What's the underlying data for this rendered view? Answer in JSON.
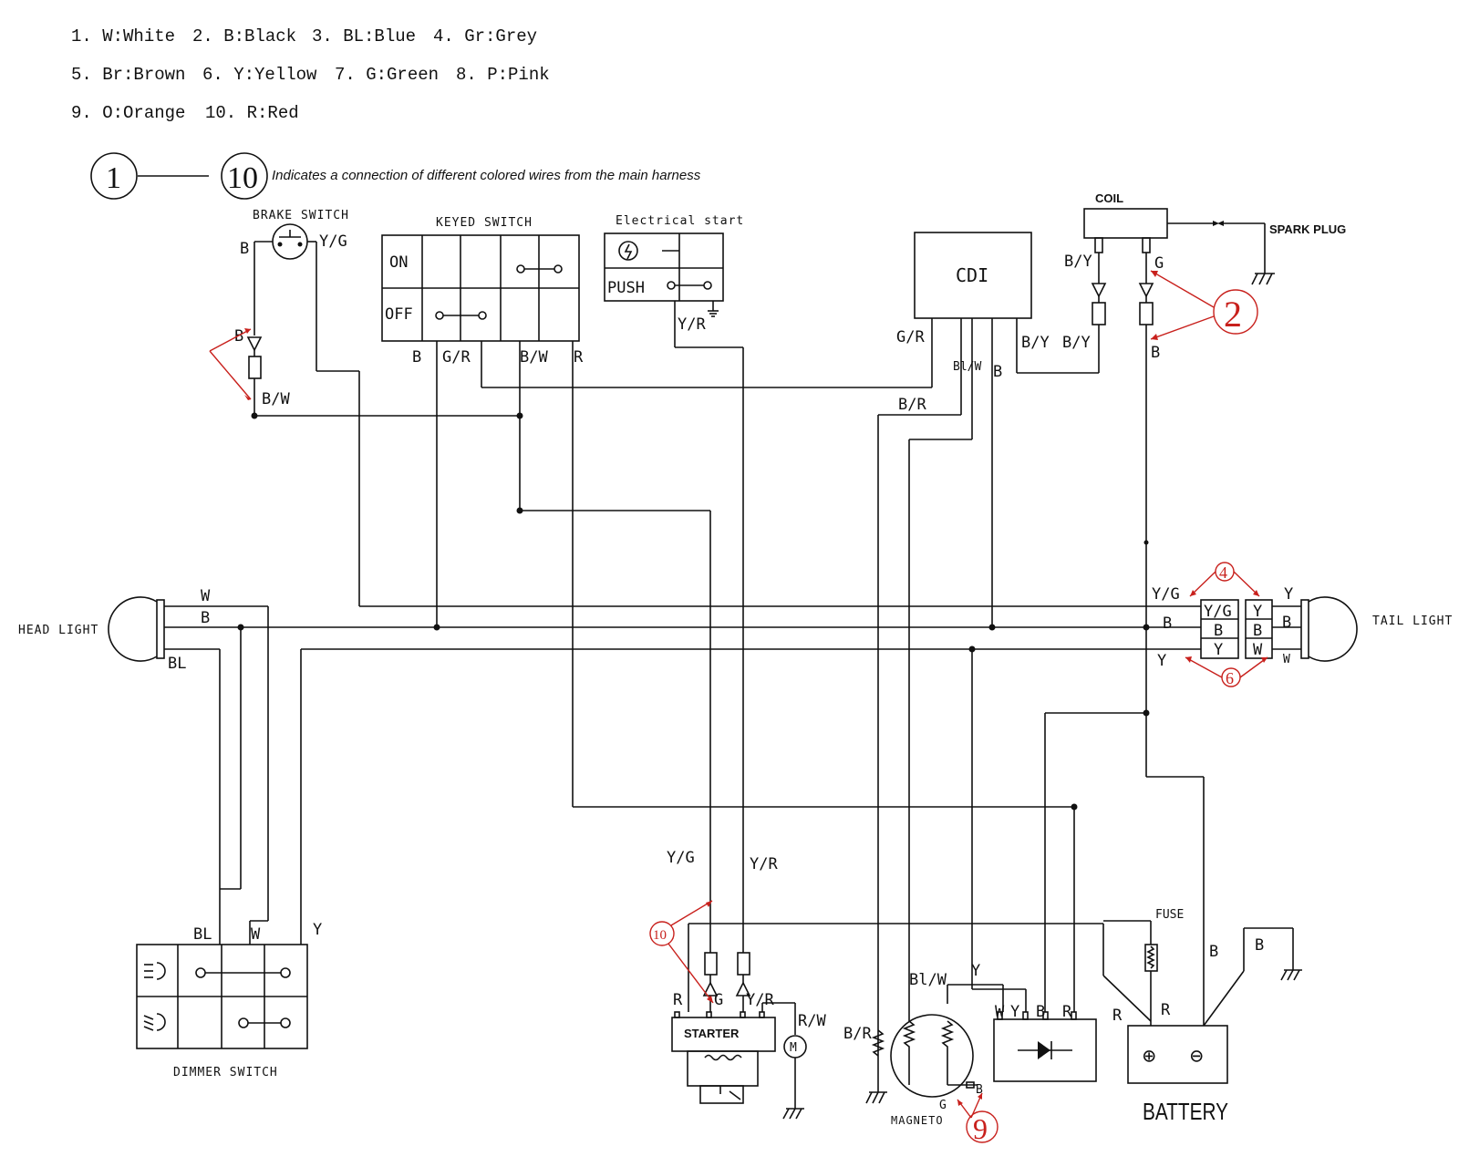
{
  "legend": {
    "row1": [
      "1. W:White",
      "2. B:Black",
      "3. BL:Blue",
      "4. Gr:Grey"
    ],
    "row2": [
      "5. Br:Brown",
      "6. Y:Yellow",
      "7. G:Green",
      "8. P:Pink"
    ],
    "row3": [
      "9. O:Orange",
      "10. R:Red"
    ]
  },
  "note": {
    "from": "1",
    "to": "10",
    "text": "Indicates a connection of different colored wires from the main harness"
  },
  "components": {
    "brake_switch": "BRAKE SWITCH",
    "keyed_switch": "KEYED SWITCH",
    "keyed_on": "ON",
    "keyed_off": "OFF",
    "electrical_start": "Electrical start",
    "push": "PUSH",
    "cdi": "CDI",
    "coil": "COIL",
    "spark_plug": "SPARK PLUG",
    "head_light": "HEAD LIGHT",
    "tail_light": "TAIL LIGHT",
    "dimmer_switch": "DIMMER SWITCH",
    "starter": "STARTER",
    "magneto": "MAGNETO",
    "fuse": "FUSE",
    "battery": "BATTERY",
    "motor": "M",
    "plus": "⊕",
    "minus": "⊖"
  },
  "wire_labels": {
    "B": "B",
    "YG": "Y/G",
    "BW": "B/W",
    "GR": "G/R",
    "R": "R",
    "YR": "Y/R",
    "BY": "B/Y",
    "G": "G",
    "BR": "B/R",
    "BlW": "Bl/W",
    "W": "W",
    "BL": "BL",
    "Y": "Y",
    "RW": "R/W"
  },
  "callouts": [
    "2",
    "4",
    "6",
    "10",
    "9"
  ],
  "connector_labels": {
    "yg": "Y/G",
    "b": "B",
    "y": "Y",
    "w": "W"
  },
  "colors": {
    "ink": "#111111",
    "callout": "#c8201c"
  }
}
